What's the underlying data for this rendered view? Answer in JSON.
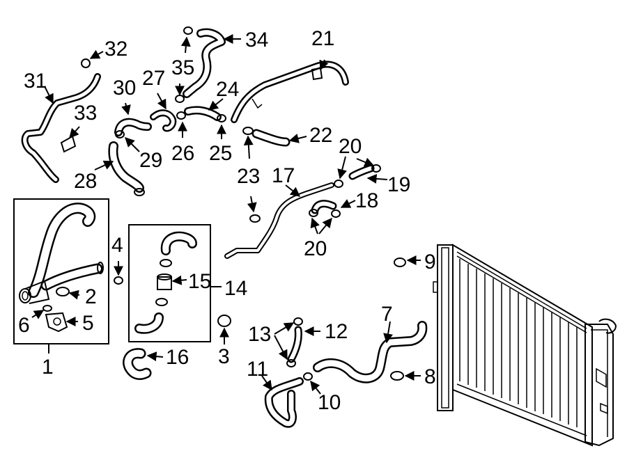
{
  "callouts": [
    {
      "id": "1",
      "text": "1"
    },
    {
      "id": "2",
      "text": "2"
    },
    {
      "id": "3",
      "text": "3"
    },
    {
      "id": "4",
      "text": "4"
    },
    {
      "id": "5",
      "text": "5"
    },
    {
      "id": "6",
      "text": "6"
    },
    {
      "id": "7",
      "text": "7"
    },
    {
      "id": "8",
      "text": "8"
    },
    {
      "id": "9",
      "text": "9"
    },
    {
      "id": "10",
      "text": "10"
    },
    {
      "id": "11",
      "text": "11"
    },
    {
      "id": "12",
      "text": "12"
    },
    {
      "id": "13",
      "text": "13"
    },
    {
      "id": "14",
      "text": "14"
    },
    {
      "id": "15",
      "text": "15"
    },
    {
      "id": "16",
      "text": "16"
    },
    {
      "id": "17",
      "text": "17"
    },
    {
      "id": "18",
      "text": "18"
    },
    {
      "id": "19",
      "text": "19"
    },
    {
      "id": "20a",
      "text": "20"
    },
    {
      "id": "20b",
      "text": "20"
    },
    {
      "id": "21",
      "text": "21"
    },
    {
      "id": "22",
      "text": "22"
    },
    {
      "id": "23",
      "text": "23"
    },
    {
      "id": "24",
      "text": "24"
    },
    {
      "id": "25",
      "text": "25"
    },
    {
      "id": "26",
      "text": "26"
    },
    {
      "id": "27",
      "text": "27"
    },
    {
      "id": "28",
      "text": "28"
    },
    {
      "id": "29",
      "text": "29"
    },
    {
      "id": "30",
      "text": "30"
    },
    {
      "id": "31",
      "text": "31"
    },
    {
      "id": "32",
      "text": "32"
    },
    {
      "id": "33",
      "text": "33"
    },
    {
      "id": "34",
      "text": "34"
    },
    {
      "id": "35",
      "text": "35"
    }
  ]
}
